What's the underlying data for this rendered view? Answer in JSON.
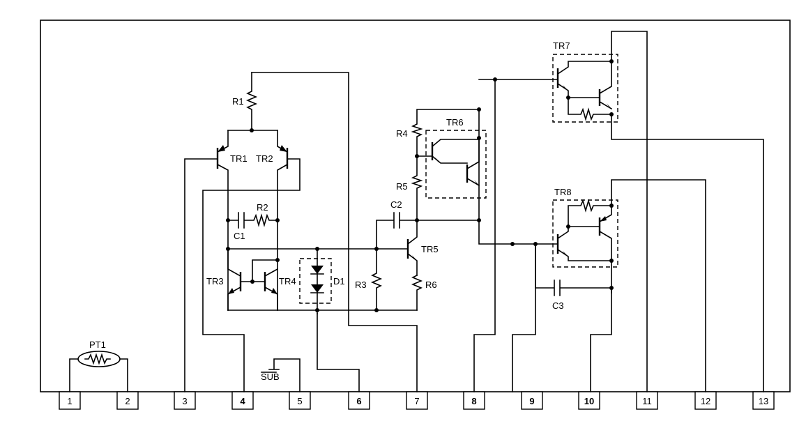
{
  "pins": [
    "1",
    "2",
    "3",
    "4",
    "5",
    "6",
    "7",
    "8",
    "9",
    "10",
    "11",
    "12",
    "13"
  ],
  "bold_pins": [
    "4",
    "6",
    "8",
    "9",
    "10"
  ],
  "labels": {
    "pt1": "PT1",
    "sub": "SUB",
    "r1": "R1",
    "r2": "R2",
    "r3": "R3",
    "r4": "R4",
    "r5": "R5",
    "r6": "R6",
    "c1": "C1",
    "c2": "C2",
    "c3": "C3",
    "d1": "D1",
    "tr1": "TR1",
    "tr2": "TR2",
    "tr3": "TR3",
    "tr4": "TR4",
    "tr5": "TR5",
    "tr6": "TR6",
    "tr7": "TR7",
    "tr8": "TR8"
  }
}
